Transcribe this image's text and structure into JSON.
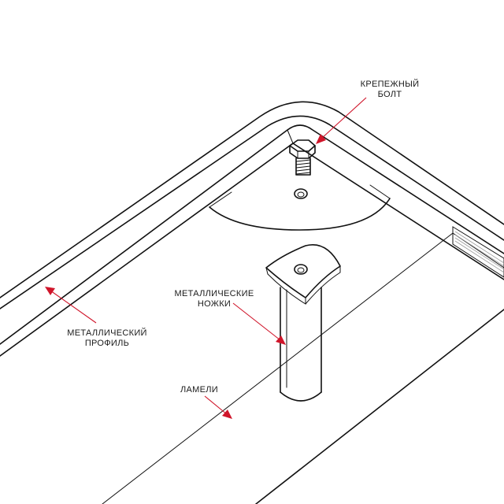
{
  "labels": {
    "bolt": [
      "КРЕПЕЖНЫЙ",
      "БОЛТ"
    ],
    "legs": [
      "МЕТАЛЛИЧЕСКИЕ",
      "НОЖКИ"
    ],
    "profile": [
      "МЕТАЛЛИЧЕСКИЙ",
      "ПРОФИЛЬ"
    ],
    "slats": [
      "ЛАМЕЛИ"
    ]
  },
  "colors": {
    "accent": "#d0152a",
    "line": "#111111"
  }
}
